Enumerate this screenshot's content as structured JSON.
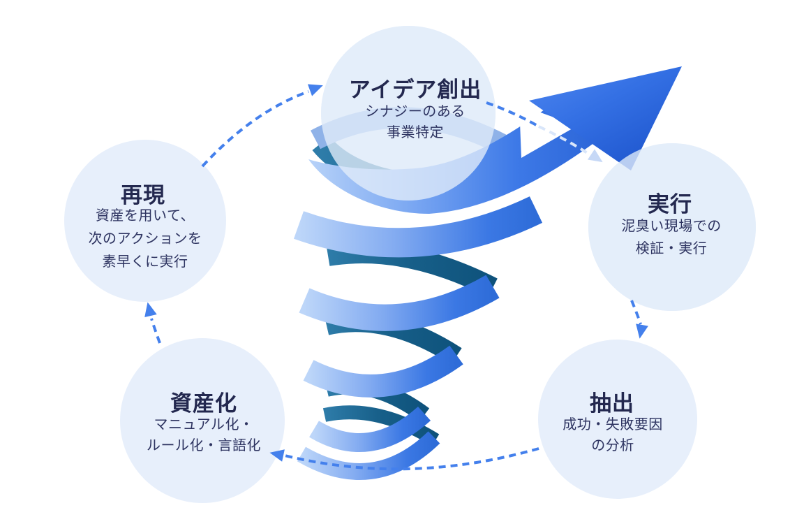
{
  "diagram": {
    "title_implicit": "",
    "type": "cycle",
    "nodes": [
      {
        "id": "idea",
        "title": "アイデア創出",
        "lines": [
          "シナジーのある",
          "事業特定"
        ]
      },
      {
        "id": "execute",
        "title": "実行",
        "lines": [
          "泥臭い現場での",
          "検証・実行"
        ]
      },
      {
        "id": "extract",
        "title": "抽出",
        "lines": [
          "成功・失敗要因",
          "の分析"
        ]
      },
      {
        "id": "assetize",
        "title": "資産化",
        "lines": [
          "マニュアル化・",
          "ルール化・言語化"
        ]
      },
      {
        "id": "reproduce",
        "title": "再現",
        "lines": [
          "資産を用いて、",
          "次のアクションを",
          "素早くに実行"
        ]
      }
    ],
    "flow": {
      "cycle_order": [
        "idea",
        "execute",
        "extract",
        "assetize",
        "reproduce"
      ],
      "center_graphic": "upward-spiral-arrow"
    },
    "colors": {
      "background": "#ffffff",
      "circle_fill": "#e7effb",
      "title_color": "#23284f",
      "subtitle_color": "#2d3360",
      "dashed_arrow_color": "#4480ec",
      "spiral_light": "#b7d2f8",
      "spiral_royal": "#2b64d6",
      "spiral_dark_teal": "#0e527b"
    }
  }
}
